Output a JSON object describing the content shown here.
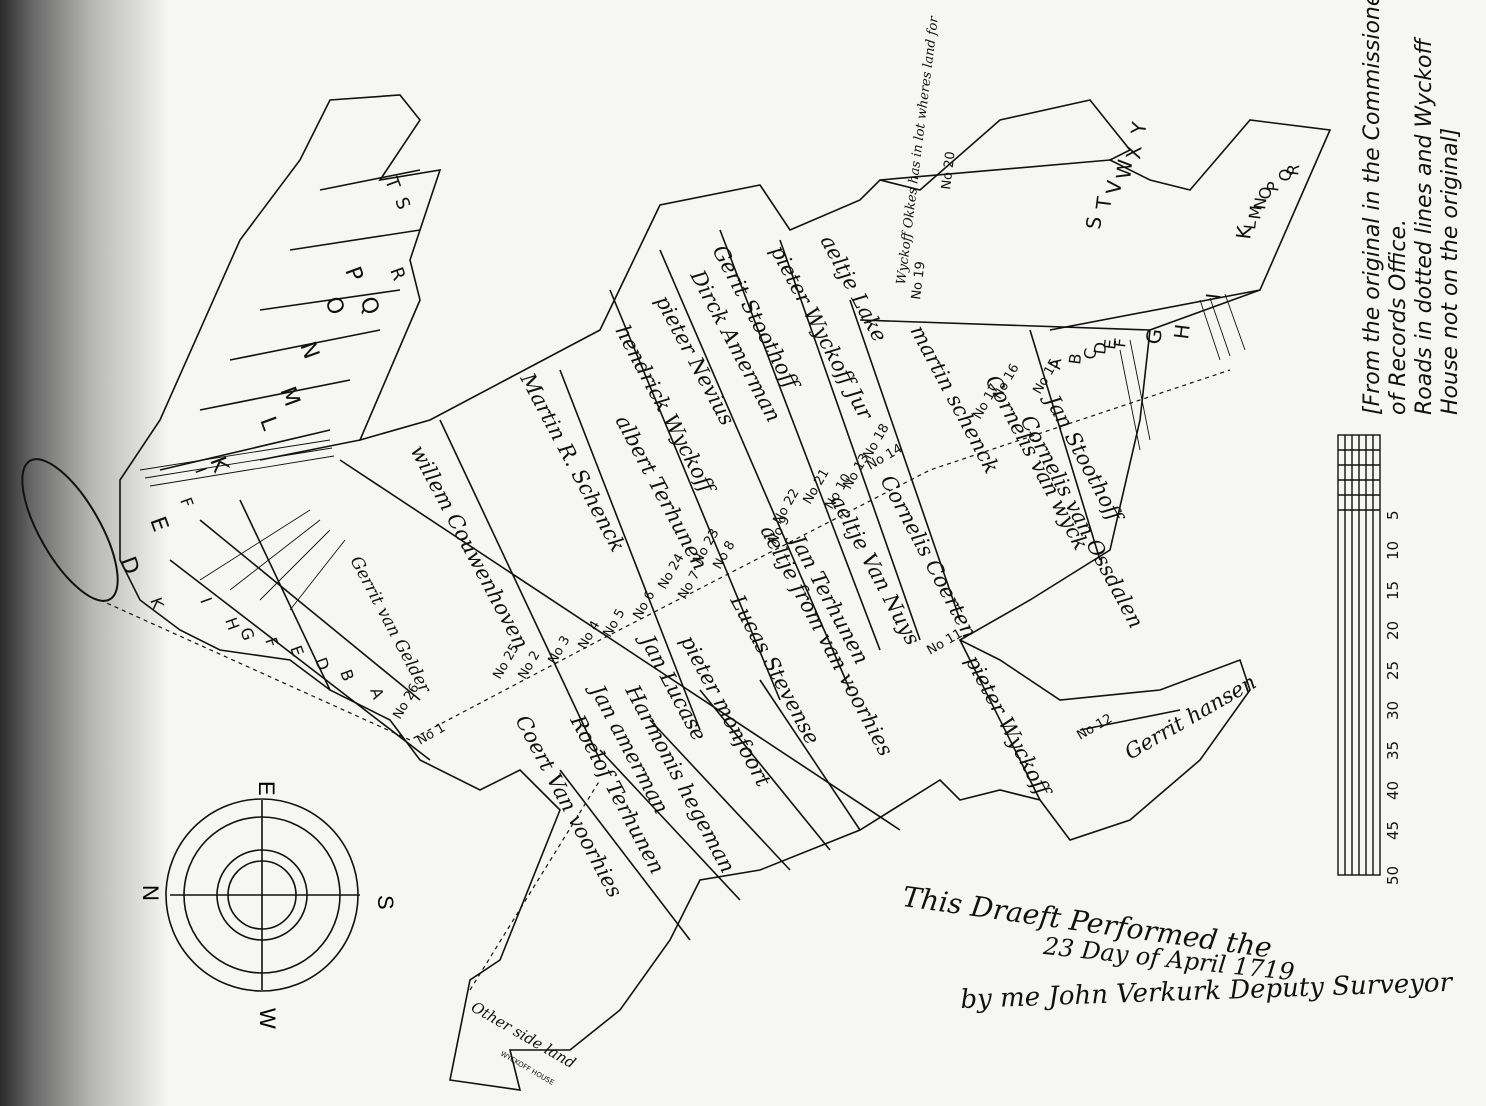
{
  "note": {
    "line1": "[From the original in the Commissioner",
    "line2": "of Records Office.",
    "line3": "Roads in dotted lines and Wyckoff",
    "line4": "House not on the original]"
  },
  "signature": {
    "line1": "This Draeft Performed the",
    "line2": "23 Day of April 1719",
    "line3": "by me John Verkurk Deputy Surveyor"
  },
  "compass": {
    "n": "N",
    "e": "E",
    "s": "S",
    "w": "W"
  },
  "scale": {
    "labels": [
      "5",
      "10",
      "15",
      "20",
      "25",
      "30",
      "35",
      "40",
      "45",
      "50"
    ]
  },
  "owners": {
    "willem": "willem Couwenhoven",
    "martin": "Martin R. Schenck",
    "albert": "albert Terhunen",
    "hendrick": "hendrick Wyckoff",
    "pieter_nevius": "pieter Nevius",
    "dirck": "Dirck Amerman",
    "gerit_stoothoff": "Gerit Stoothoff",
    "pieter_wyckoff_jr": "pieter Wyckoff Jur",
    "aeltje": "aeltje Lake",
    "martin_schenck": "martin schenck",
    "cornelis_van_wyck": "Cornelis van wyck",
    "jan_stoothoff": "Jan Stoothoff",
    "cornelis_van_ossdalen": "Cornelis van Ossdalen",
    "cornelis_couvenhoven": "Cornelis Coerten",
    "aeltje_van_nuys": "aeltje Van Nuys",
    "jan_terhunen": "Jan Terhunen",
    "aeltje_from_van_voorhies": "aeltje from van voorhies",
    "lucas_stevense": "Lucas Stevense",
    "pieter_monfoort": "pieter monfoort",
    "jan_lucas": "Jan Lucase",
    "harmonis_hegeman": "Harmonis hegeman",
    "jan_amerman": "Jan amerman",
    "roelof_terhunen": "Roelof Terhunen",
    "coert_van_voorhies": "Coert Van voorhies",
    "pieter_wyckoff": "pieter Wyckoff",
    "gerrit_hansen": "Gerrit hansen",
    "gerrit_van_gelder": "Gerrit van Gelder",
    "other_side": "Other side land",
    "wyckoff_house": "WYCKOFF HOUSE",
    "lot_right": "Wyckoff Okkes has in lot wheres land for"
  },
  "lots": [
    "No 1",
    "No 2",
    "No 3",
    "No 4",
    "No 5",
    "No 6",
    "No 7",
    "No 8",
    "No 9",
    "No 10",
    "No 11",
    "No 12",
    "No 13",
    "No 14",
    "No 15",
    "No 16",
    "No 17",
    "No 18",
    "No 19",
    "No 20",
    "No 21",
    "No 22",
    "No 23",
    "No 24",
    "No 25",
    "No 26"
  ],
  "letters_left": [
    "A",
    "B",
    "D",
    "E",
    "F",
    "G",
    "H",
    "I",
    "K"
  ],
  "letters_top": [
    "D",
    "E",
    "F",
    "I",
    "K",
    "L",
    "M",
    "N",
    "O",
    "P",
    "Q",
    "R",
    "S",
    "T"
  ],
  "letters_right": [
    "A",
    "B",
    "C",
    "D",
    "E",
    "F",
    "G",
    "H",
    "I",
    "K",
    "L",
    "M",
    "N",
    "O",
    "P",
    "Q",
    "R",
    "S",
    "T",
    "V",
    "W",
    "X",
    "Y"
  ]
}
